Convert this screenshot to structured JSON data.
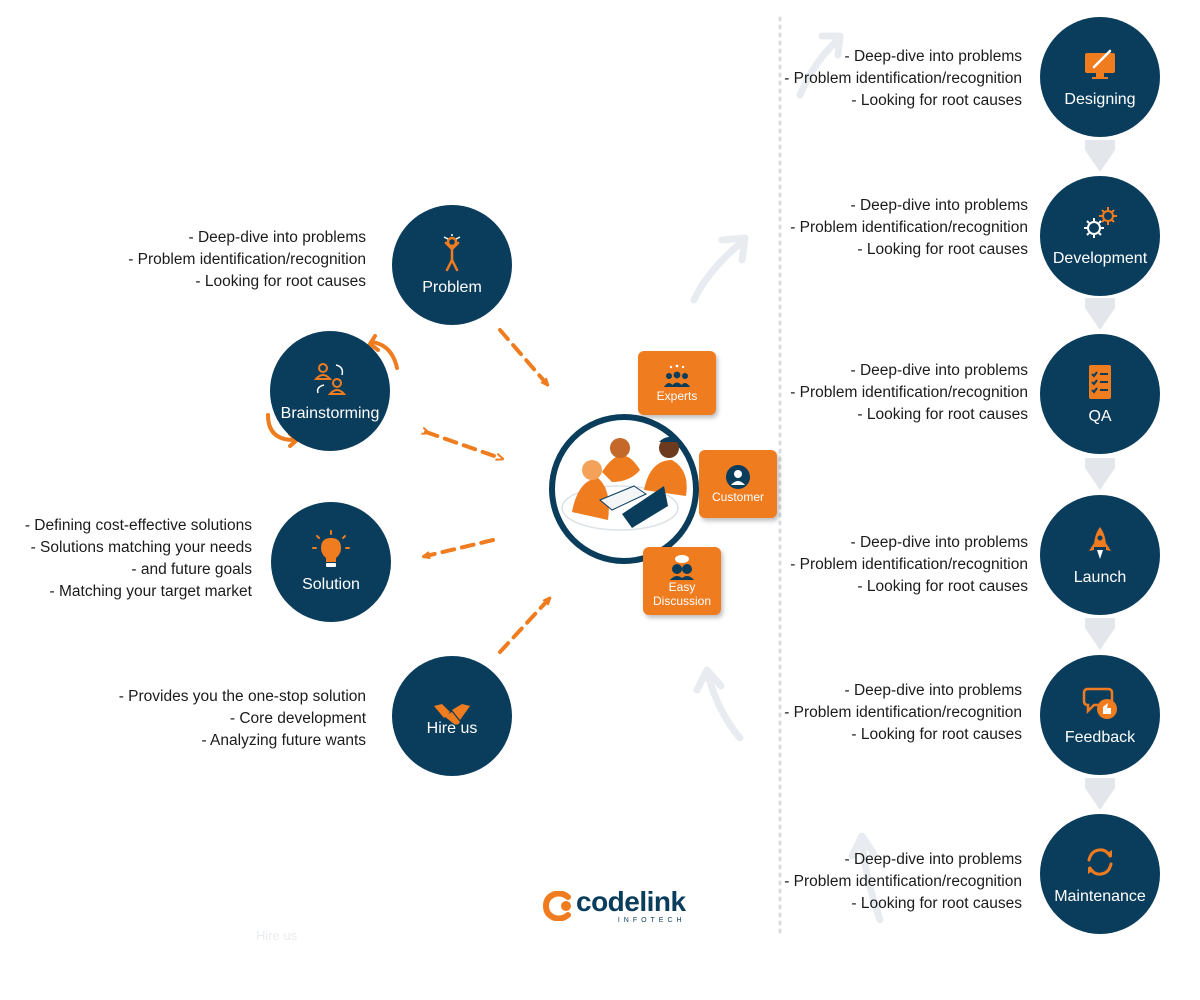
{
  "colors": {
    "navy": "#0a3d5c",
    "orange": "#f07c20",
    "ghost_arrow": "#e8ecf0"
  },
  "center": {
    "cards": [
      {
        "label": "Experts",
        "icon": "experts-group-icon"
      },
      {
        "label": "Customer",
        "icon": "customer-person-icon"
      },
      {
        "label": "Easy Discussion",
        "icon": "discussion-bubbles-icon"
      }
    ],
    "illustration": "team-meeting-illustration"
  },
  "left_nodes": [
    {
      "label": "Problem",
      "icon": "frustrated-person-icon",
      "lines": [
        "- Deep-dive into problems",
        "- Problem identification/recognition",
        "- Looking for root causes"
      ]
    },
    {
      "label": "Brainstorming",
      "icon": "brainstorm-people-icon",
      "lines": []
    },
    {
      "label": "Solution",
      "icon": "lightbulb-icon",
      "lines": [
        "- Defining cost-effective solutions",
        "- Solutions matching your needs",
        "- and future goals",
        "- Matching your target market"
      ]
    },
    {
      "label": "Hire us",
      "icon": "handshake-icon",
      "lines": [
        "- Provides you the one-stop solution",
        "- Core development",
        "- Analyzing future wants"
      ]
    }
  ],
  "right_nodes": [
    {
      "label": "Designing",
      "icon": "monitor-brush-icon",
      "lines": [
        "- Deep-dive into problems",
        "- Problem identification/recognition",
        "- Looking for root causes"
      ]
    },
    {
      "label": "Development",
      "icon": "gears-icon",
      "lines": [
        "- Deep-dive into problems",
        "- Problem identification/recognition",
        "- Looking for root causes"
      ]
    },
    {
      "label": "QA",
      "icon": "checklist-icon",
      "lines": [
        "- Deep-dive into problems",
        "- Problem identification/recognition",
        "- Looking for root causes"
      ]
    },
    {
      "label": "Launch",
      "icon": "rocket-icon",
      "lines": [
        "- Deep-dive into problems",
        "- Problem identification/recognition",
        "- Looking for root causes"
      ]
    },
    {
      "label": "Feedback",
      "icon": "thumbs-up-chat-icon",
      "lines": [
        "- Deep-dive into problems",
        "- Problem identification/recognition",
        "- Looking for root causes"
      ]
    },
    {
      "label": "Maintenance",
      "icon": "refresh-icon",
      "lines": [
        "- Deep-dive into problems",
        "- Problem identification/recognition",
        "- Looking for root causes"
      ]
    }
  ],
  "logo": {
    "text": "codelink",
    "subtitle": "INFOTECH"
  },
  "ghost_text": "Hire us"
}
